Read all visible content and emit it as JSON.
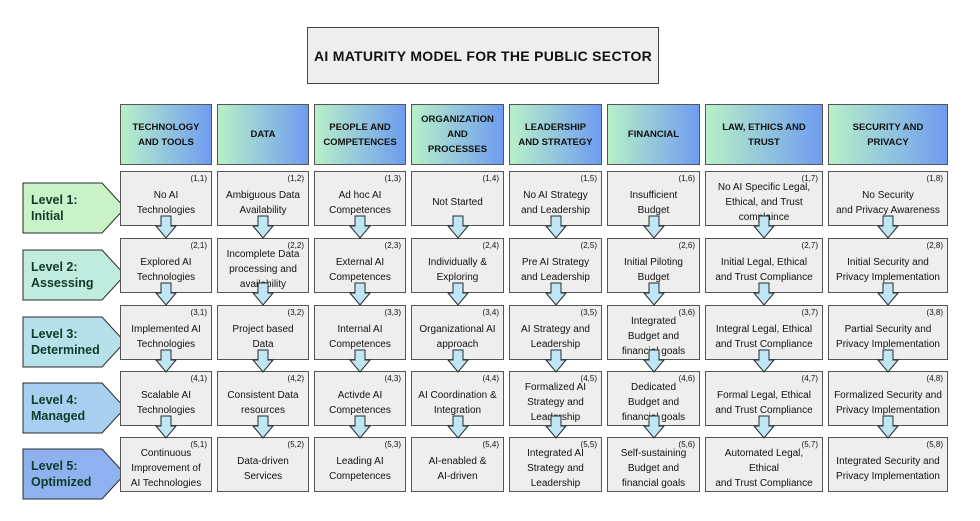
{
  "title": "AI MATURITY MODEL FOR THE PUBLIC SECTOR",
  "colors": {
    "header_left": "#b8f0c8",
    "header_right": "#6f9cf0",
    "cell_fill": "#eeeeee",
    "arrow_fill": "#bfe6f5",
    "level_fills": [
      "#c9f2c9",
      "#c0ece0",
      "#b6e0ea",
      "#a8cfef",
      "#8fb1f0"
    ]
  },
  "columns": [
    "TECHNOLOGY\nAND TOOLS",
    "DATA",
    "PEOPLE AND\nCOMPETENCES",
    "ORGANIZATION\nAND\nPROCESSES",
    "LEADERSHIP\nAND STRATEGY",
    "FINANCIAL",
    "LAW, ETHICS AND\nTRUST",
    "SECURITY AND\nPRIVACY"
  ],
  "levels": [
    "Level 1:\nInitial",
    "Level 2:\nAssessing",
    "Level 3:\nDetermined",
    "Level 4:\nManaged",
    "Level 5:\nOptimized"
  ],
  "rows": [
    [
      {
        "coord": "(1,1)",
        "text": "No AI\nTechnologies"
      },
      {
        "coord": "(1,2)",
        "text": "Ambiguous Data\nAvailability"
      },
      {
        "coord": "(1,3)",
        "text": "Ad hoc AI\nCompetences"
      },
      {
        "coord": "(1,4)",
        "text": "Not Started"
      },
      {
        "coord": "(1,5)",
        "text": "No AI Strategy\nand Leadership"
      },
      {
        "coord": "(1,6)",
        "text": "Insufficient\nBudget"
      },
      {
        "coord": "(1,7)",
        "text": "No AI Specific Legal,\nEthical, and Trust\ncomplaince"
      },
      {
        "coord": "(1,8)",
        "text": "No Security\nand Privacy Awareness"
      }
    ],
    [
      {
        "coord": "(2,1)",
        "text": "Explored AI\nTechnologies"
      },
      {
        "coord": "(2,2)",
        "text": "Incomplete Data\nprocessing and\navailability"
      },
      {
        "coord": "(2,3)",
        "text": "External AI\nCompetences"
      },
      {
        "coord": "(2,4)",
        "text": "Individually &\nExploring"
      },
      {
        "coord": "(2,5)",
        "text": "Pre AI Strategy\nand Leadership"
      },
      {
        "coord": "(2,6)",
        "text": "Initial Piloting\nBudget"
      },
      {
        "coord": "(2,7)",
        "text": "Initial Legal, Ethical\nand Trust Compliance"
      },
      {
        "coord": "(2,8)",
        "text": "Initial Security and\nPrivacy Implementation"
      }
    ],
    [
      {
        "coord": "(3,1)",
        "text": "Implemented AI\nTechnologies"
      },
      {
        "coord": "(3,2)",
        "text": "Project based\nData"
      },
      {
        "coord": "(3,3)",
        "text": "Internal AI\nCompetences"
      },
      {
        "coord": "(3,4)",
        "text": "Organizational AI\napproach"
      },
      {
        "coord": "(3,5)",
        "text": "AI Strategy and\nLeadership"
      },
      {
        "coord": "(3,6)",
        "text": "Integrated\nBudget and\nfinancial goals"
      },
      {
        "coord": "(3,7)",
        "text": "Integral Legal, Ethical\nand Trust Compliance"
      },
      {
        "coord": "(3,8)",
        "text": "Partial Security and\nPrivacy Implementation"
      }
    ],
    [
      {
        "coord": "(4,1)",
        "text": "Scalable AI\nTechnologies"
      },
      {
        "coord": "(4,2)",
        "text": "Consistent Data\nresources"
      },
      {
        "coord": "(4,3)",
        "text": "Activde AI\nCompetences"
      },
      {
        "coord": "(4,4)",
        "text": "AI Coordination &\nIntegration"
      },
      {
        "coord": "(4,5)",
        "text": "Formalized AI\nStrategy and\nLeadership"
      },
      {
        "coord": "(4,6)",
        "text": "Dedicated\nBudget and\nfinancial goals"
      },
      {
        "coord": "(4,7)",
        "text": "Formal Legal, Ethical\nand Trust Compliance"
      },
      {
        "coord": "(4,8)",
        "text": "Formalized Security and\nPrivacy Implementation"
      }
    ],
    [
      {
        "coord": "(5,1)",
        "text": "Continuous\nImprovement of\nAI Technologies"
      },
      {
        "coord": "(5,2)",
        "text": "Data-driven\nServices"
      },
      {
        "coord": "(5,3)",
        "text": "Leading AI\nCompetences"
      },
      {
        "coord": "(5,4)",
        "text": "AI-enabled &\nAI-driven"
      },
      {
        "coord": "(5,5)",
        "text": "Integrated AI\nStrategy and\nLeadership"
      },
      {
        "coord": "(5,6)",
        "text": "Self-sustaining\nBudget and\nfinancial goals"
      },
      {
        "coord": "(5,7)",
        "text": "Automated Legal,\nEthical\nand Trust Compliance"
      },
      {
        "coord": "(5,8)",
        "text": "Integrated Security and\nPrivacy Implementation"
      }
    ]
  ]
}
